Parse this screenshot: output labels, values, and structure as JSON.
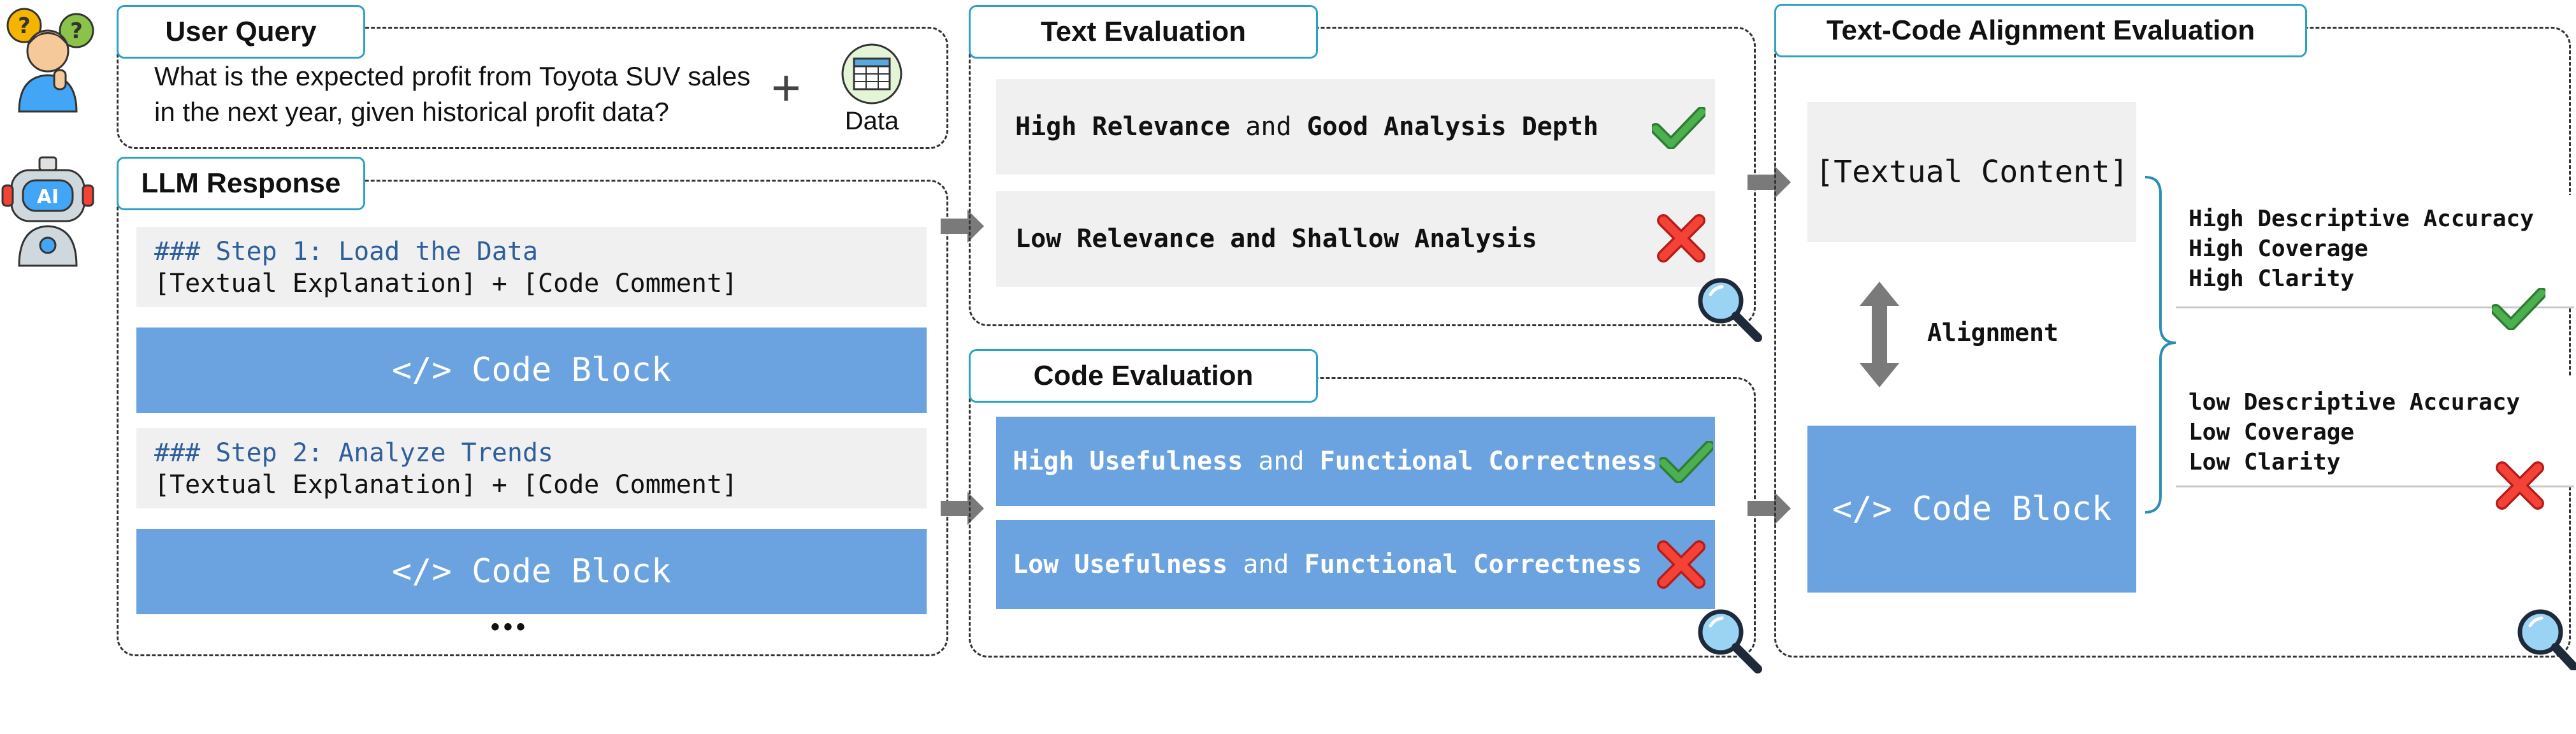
{
  "user_query": {
    "title": "User Query",
    "text_line1": "What is the expected profit from Toyota SUV sales",
    "text_line2": "in the next year, given historical profit data?",
    "plus": "+",
    "data_label": "Data"
  },
  "llm_response": {
    "title": "LLM Response",
    "ai_badge": "AI",
    "steps": [
      {
        "heading": "### Step 1: Load the Data",
        "explanation": "[Textual Explanation] + [Code Comment]",
        "code_label": "</> Code Block"
      },
      {
        "heading": "### Step 2: Analyze Trends",
        "explanation": "[Textual Explanation] + [Code Comment]",
        "code_label": "</> Code Block"
      }
    ],
    "ellipsis": "•••"
  },
  "text_evaluation": {
    "title": "Text Evaluation",
    "good": {
      "part1": "High Relevance",
      "mid": " and ",
      "part2": "Good Analysis Depth"
    },
    "bad": {
      "text": "Low Relevance and Shallow Analysis"
    }
  },
  "code_evaluation": {
    "title": "Code Evaluation",
    "good": {
      "part1": "High Usefulness",
      "mid": " and ",
      "part2": "Functional Correctness"
    },
    "bad": {
      "part1": "Low Usefulness",
      "mid": " and ",
      "part2": "Functional Correctness"
    }
  },
  "alignment_evaluation": {
    "title": "Text-Code Alignment Evaluation",
    "textual_content": "[Textual Content]",
    "alignment_label": "Alignment",
    "code_label": "</> Code Block",
    "high": [
      "High Descriptive Accuracy",
      "High Coverage",
      "High Clarity"
    ],
    "low": [
      "low Descriptive Accuracy",
      "Low Coverage",
      "Low Clarity"
    ]
  },
  "colors": {
    "accent_border": "#2aa3c2",
    "code_blue": "#6aa3df",
    "check_green": "#3aa64a",
    "cross_red": "#e53935",
    "step_blue": "#2f5f9b"
  }
}
